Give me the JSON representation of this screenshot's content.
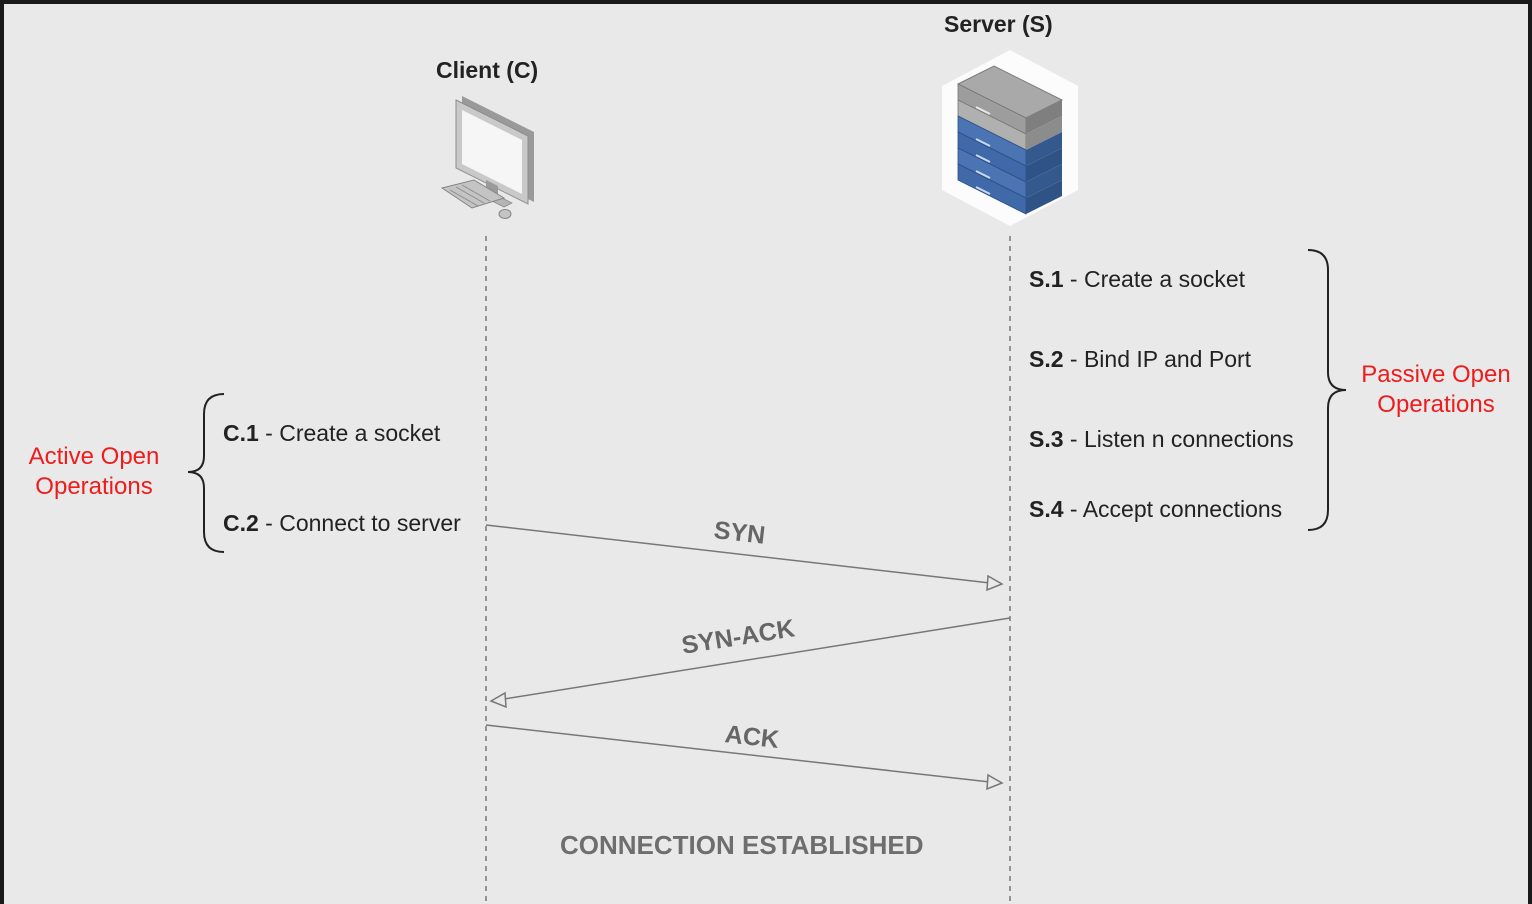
{
  "actors": {
    "client": {
      "title": "Client (C)",
      "icon": "desktop-computer-icon"
    },
    "server": {
      "title": "Server (S)",
      "icon": "server-rack-icon"
    }
  },
  "client_steps": [
    {
      "id": "C.1",
      "text": " - Create a socket"
    },
    {
      "id": "C.2",
      "text": " - Connect to server"
    }
  ],
  "server_steps": [
    {
      "id": "S.1",
      "text": " - Create a socket"
    },
    {
      "id": "S.2",
      "text": " - Bind IP and Port"
    },
    {
      "id": "S.3",
      "text": " - Listen n connections"
    },
    {
      "id": "S.4",
      "text": " - Accept connections"
    }
  ],
  "groups": {
    "active": {
      "line1": "Active Open",
      "line2": "Operations"
    },
    "passive": {
      "line1": "Passive Open",
      "line2": "Operations"
    }
  },
  "messages": {
    "syn": "SYN",
    "syn_ack": "SYN-ACK",
    "ack": "ACK"
  },
  "status": "CONNECTION ESTABLISHED",
  "colors": {
    "background": "#e9e9e9",
    "frame": "#1a1a1a",
    "text": "#222222",
    "group_label": "#ee1c1c",
    "message_label": "#666666",
    "arrow": "#777777",
    "lifeline": "#777777",
    "server_blue": "#3d67a5",
    "server_gray": "#8a8a8a"
  }
}
